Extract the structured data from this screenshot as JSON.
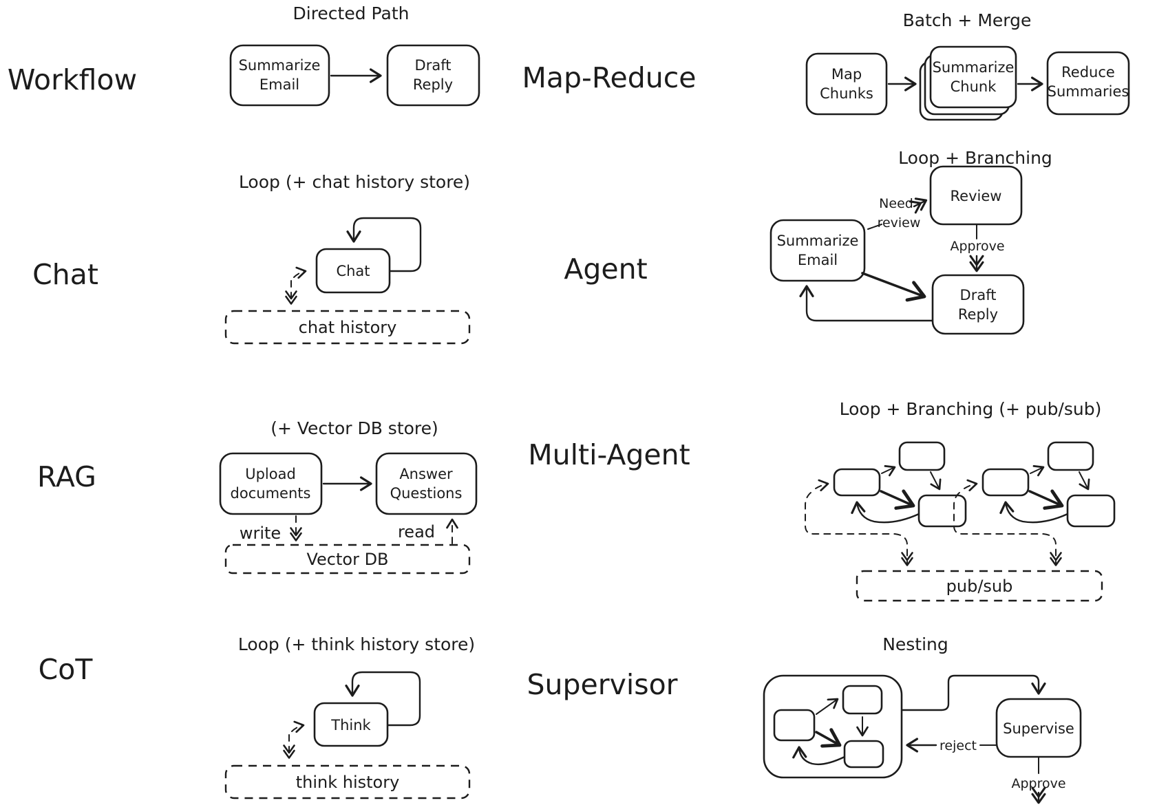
{
  "colors": {
    "ink": "#1c1c1c",
    "background": "#ffffff"
  },
  "sections": {
    "workflow": {
      "label": "Workflow",
      "title": "Directed Path",
      "nodes": {
        "summarize_email": {
          "line1": "Summarize",
          "line2": "Email"
        },
        "draft_reply": {
          "line1": "Draft",
          "line2": "Reply"
        }
      }
    },
    "map_reduce": {
      "label": "Map-Reduce",
      "title": "Batch + Merge",
      "nodes": {
        "map_chunks": {
          "line1": "Map",
          "line2": "Chunks"
        },
        "summarize_chunk": {
          "line1": "Summarize",
          "line2": "Chunk"
        },
        "reduce_summaries": {
          "line1": "Reduce",
          "line2": "Summaries"
        }
      }
    },
    "chat": {
      "label": "Chat",
      "title": "Loop (+ chat history store)",
      "nodes": {
        "chat": "Chat",
        "chat_history": "chat history"
      }
    },
    "agent": {
      "label": "Agent",
      "title": "Loop + Branching",
      "nodes": {
        "review": "Review",
        "summarize_email": {
          "line1": "Summarize",
          "line2": "Email"
        },
        "draft_reply": {
          "line1": "Draft",
          "line2": "Reply"
        }
      },
      "edge_labels": {
        "need_review": {
          "line1": "Need",
          "line2": "review"
        },
        "approve": "Approve"
      }
    },
    "rag": {
      "label": "RAG",
      "title": "(+ Vector DB store)",
      "nodes": {
        "upload_documents": {
          "line1": "Upload",
          "line2": "documents"
        },
        "answer_questions": {
          "line1": "Answer",
          "line2": "Questions"
        },
        "vector_db": "Vector DB"
      },
      "edge_labels": {
        "write": "write",
        "read": "read"
      }
    },
    "multi_agent": {
      "label": "Multi-Agent",
      "title": "Loop + Branching (+ pub/sub)",
      "nodes": {
        "pub_sub": "pub/sub"
      }
    },
    "cot": {
      "label": "CoT",
      "title": "Loop (+ think history store)",
      "nodes": {
        "think": "Think",
        "think_history": "think history"
      }
    },
    "supervisor": {
      "label": "Supervisor",
      "title": "Nesting",
      "nodes": {
        "supervise": "Supervise"
      },
      "edge_labels": {
        "reject": "reject",
        "approve": "Approve"
      }
    }
  }
}
